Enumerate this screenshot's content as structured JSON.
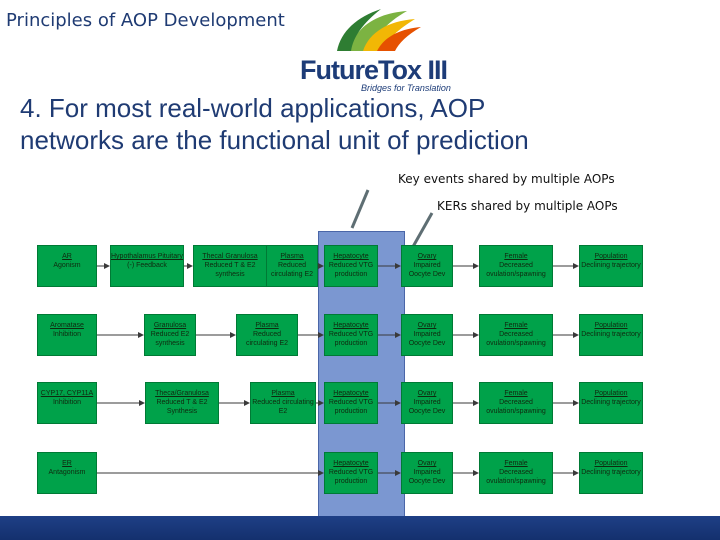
{
  "header": {
    "title": "Principles of AOP Development"
  },
  "logo": {
    "name": "FutureTox III",
    "tagline": "Bridges for Translation",
    "colors": {
      "blue": "#1d3c78",
      "green": "#7cb342",
      "yellow": "#f2b705",
      "orange": "#e65100"
    }
  },
  "slide": {
    "title_line1": "4. For most real-world applications, AOP",
    "title_line2": "networks are the functional unit of prediction"
  },
  "callouts": {
    "key_events": "Key events shared by multiple AOPs",
    "kers": "KERs shared by multiple AOPs"
  },
  "colors": {
    "box_fill": "#00a24a",
    "highlight": "#7b97d1",
    "title": "#1f3b73",
    "bar": "#1e3f86"
  },
  "rows": [
    {
      "mie": {
        "line1": "AR",
        "line2": "Agonism"
      },
      "ke1": {
        "line1": "Hypothalamus Pituitary",
        "line2": "(-) Feedback"
      },
      "ke2": {
        "line1": "Thecal Granulosa",
        "line2": "Reduced T & E2 synthesis"
      },
      "ke3": {
        "line1": "Plasma",
        "line2": "Reduced circulating E2"
      },
      "liver": {
        "line1": "Hepatocyte",
        "line2": "Reduced VTG production"
      },
      "ovary": {
        "line1": "Ovary",
        "line2": "Impaired Oocyte Dev"
      },
      "female": {
        "line1": "Female",
        "line2": "Decreased ovulation/spawning"
      },
      "pop": {
        "line1": "Population",
        "line2": "Declining trajectory"
      }
    },
    {
      "mie": {
        "line1": "Aromatase",
        "line2": "Inhibition"
      },
      "ke1": {
        "line1": "Granulosa",
        "line2": "Reduced E2 synthesis"
      },
      "ke3": {
        "line1": "Plasma",
        "line2": "Reduced circulating E2"
      },
      "liver": {
        "line1": "Hepatocyte",
        "line2": "Reduced VTG production"
      },
      "ovary": {
        "line1": "Ovary",
        "line2": "Impaired Oocyte Dev"
      },
      "female": {
        "line1": "Female",
        "line2": "Decreased ovulation/spawning"
      },
      "pop": {
        "line1": "Population",
        "line2": "Declining trajectory"
      }
    },
    {
      "mie": {
        "line1": "CYP17, CYP11A",
        "line2": "Inhibition"
      },
      "ke1": {
        "line1": "Theca/Granulosa",
        "line2": "Reduced T & E2 Synthesis"
      },
      "ke3": {
        "line1": "Plasma",
        "line2": "Reduced circulating E2"
      },
      "liver": {
        "line1": "Hepatocyte",
        "line2": "Reduced VTG production"
      },
      "ovary": {
        "line1": "Ovary",
        "line2": "Impaired Oocyte Dev"
      },
      "female": {
        "line1": "Female",
        "line2": "Decreased ovulation/spawning"
      },
      "pop": {
        "line1": "Population",
        "line2": "Declining trajectory"
      }
    },
    {
      "mie": {
        "line1": "ER",
        "line2": "Antagonism"
      },
      "liver": {
        "line1": "Hepatocyte",
        "line2": "Reduced VTG production"
      },
      "ovary": {
        "line1": "Ovary",
        "line2": "Impaired Oocyte Dev"
      },
      "female": {
        "line1": "Female",
        "line2": "Decreased ovulation/spawning"
      },
      "pop": {
        "line1": "Population",
        "line2": "Declining trajectory"
      }
    }
  ]
}
